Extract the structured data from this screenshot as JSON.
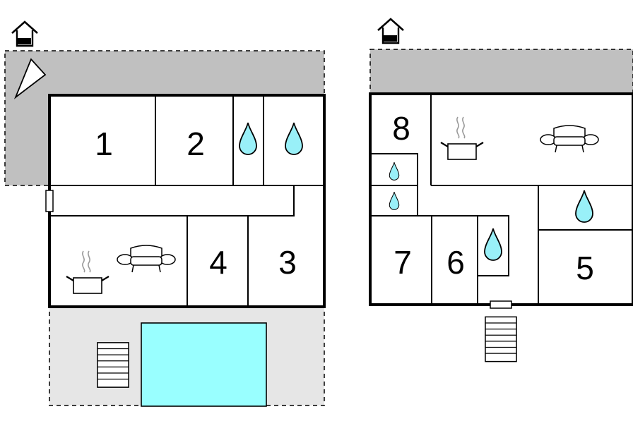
{
  "floors": [
    {
      "icon": "house-ground-floor-icon",
      "rooms": [
        {
          "label": "1",
          "type": "bedroom"
        },
        {
          "label": "2",
          "type": "bedroom"
        },
        {
          "label": "3",
          "type": "bedroom"
        },
        {
          "label": "4",
          "type": "bedroom"
        }
      ],
      "features": [
        "bathroom",
        "bathroom",
        "kitchen",
        "living-room",
        "pool",
        "stairs",
        "entrance"
      ]
    },
    {
      "icon": "house-upper-floor-icon",
      "rooms": [
        {
          "label": "8",
          "type": "bedroom"
        },
        {
          "label": "7",
          "type": "bedroom"
        },
        {
          "label": "6",
          "type": "bedroom"
        },
        {
          "label": "5",
          "type": "bedroom"
        }
      ],
      "features": [
        "bathroom",
        "bathroom",
        "bathroom",
        "bathroom",
        "kitchen",
        "living-room",
        "stairs",
        "entrance"
      ]
    }
  ],
  "colors": {
    "terrace": "#c0c0c0",
    "garden": "#e6e6e6",
    "pool": "#99ffff",
    "water": "#99f0f8",
    "wall": "#000000"
  }
}
